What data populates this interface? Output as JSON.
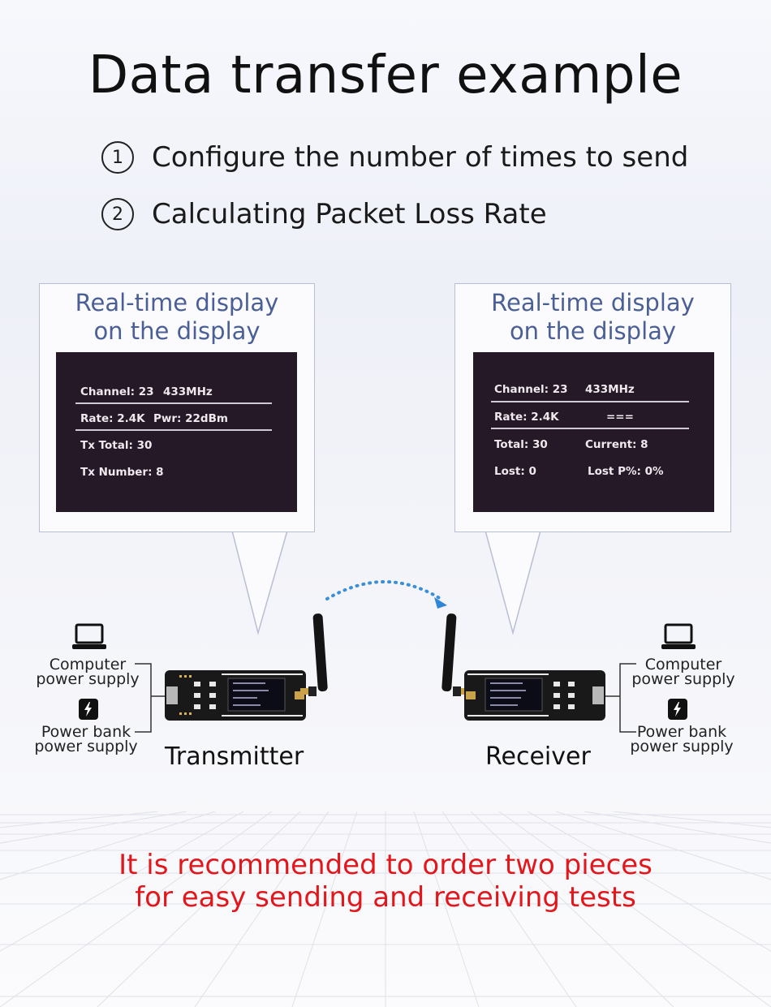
{
  "title": "Data transfer example",
  "features": [
    {
      "num": "1",
      "text": "Configure the number of times to send"
    },
    {
      "num": "2",
      "text": "Calculating Packet Loss Rate"
    }
  ],
  "tx_bubble": {
    "caption_line1": "Real-time display",
    "caption_line2": "on the display",
    "rows": [
      {
        "a": "Channel: 23",
        "b": "433MHz"
      },
      {
        "a": "Rate: 2.4K",
        "b": "Pwr: 22dBm"
      },
      {
        "a": "Tx Total: 30",
        "b": ""
      },
      {
        "a": "Tx Number: 8",
        "b": ""
      }
    ]
  },
  "rx_bubble": {
    "caption_line1": "Real-time display",
    "caption_line2": "on the display",
    "rows": [
      {
        "a": "Channel: 23",
        "b": "433MHz"
      },
      {
        "a": "Rate: 2.4K",
        "b": "==="
      },
      {
        "a": "Total: 30",
        "b": "Current: 8"
      },
      {
        "a": "Lost: 0",
        "b": "Lost P%: 0%"
      }
    ]
  },
  "transmitter": {
    "label": "Transmitter",
    "computer_label_1": "Computer",
    "computer_label_2": "power supply",
    "bank_label_1": "Power bank",
    "bank_label_2": "power supply"
  },
  "receiver": {
    "label": "Receiver",
    "computer_label_1": "Computer",
    "computer_label_2": "power supply",
    "bank_label_1": "Power bank",
    "bank_label_2": "power supply"
  },
  "note_line1": "It is recommended to order two pieces",
  "note_line2": "for easy sending and receiving tests",
  "colors": {
    "accent_text": "#4a5f96",
    "note": "#e3161c",
    "oled_bg": "#251928",
    "signal": "#3a8fd6"
  },
  "icons": [
    "laptop-icon",
    "power-bank-icon",
    "antenna-icon",
    "signal-arrow-icon"
  ]
}
